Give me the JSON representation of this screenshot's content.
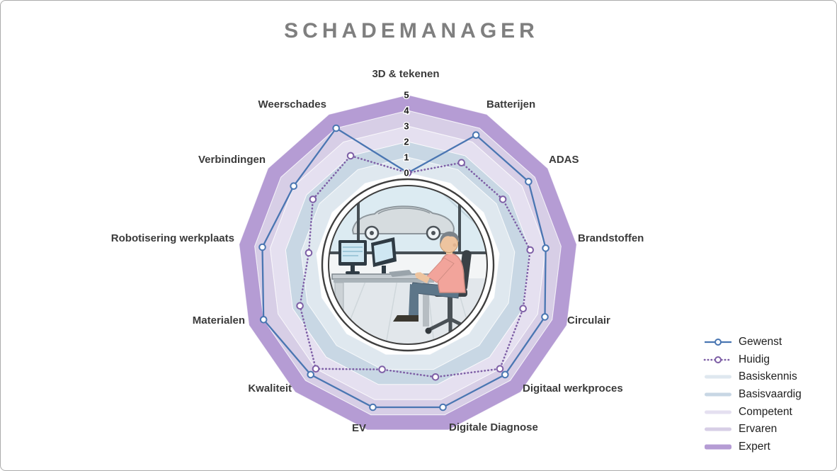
{
  "page": {
    "title": "SCHADEMANAGER"
  },
  "chart_data": {
    "type": "radar",
    "title": "SCHADEMANAGER",
    "categories": [
      "3D & tekenen",
      "Batterijen",
      "ADAS",
      "Brandstoffen",
      "Circulair",
      "Digitaal werkproces",
      "Digitale Diagnose",
      "EV",
      "Kwaliteit",
      "Materialen",
      "Robotisering werkplaats",
      "Verbindingen",
      "Weerschades"
    ],
    "scale": {
      "min": 0,
      "max": 5,
      "ticks": [
        5,
        4,
        3,
        2,
        1,
        0
      ]
    },
    "series": [
      {
        "name": "Gewenst",
        "style": "solid",
        "color": "#4a76b2",
        "values": [
          0,
          3.5,
          3.5,
          3,
          3.5,
          3.5,
          3.5,
          3.5,
          3.5,
          4,
          3.5,
          3,
          4
        ]
      },
      {
        "name": "Huidig",
        "style": "dotted",
        "color": "#7e5fa6",
        "values": [
          0,
          1.5,
          1.5,
          2,
          2,
          3,
          1.5,
          1,
          3,
          1.5,
          0.5,
          1.5,
          2
        ]
      }
    ],
    "bands": [
      {
        "name": "Basiskennis",
        "range": [
          0,
          1
        ],
        "color": "#dfe8ef"
      },
      {
        "name": "Basisvaardig",
        "range": [
          1,
          2
        ],
        "color": "#c8d7e4"
      },
      {
        "name": "Competent",
        "range": [
          2,
          3
        ],
        "color": "#e5e0f0"
      },
      {
        "name": "Ervaren",
        "range": [
          3,
          4
        ],
        "color": "#d7cee6"
      },
      {
        "name": "Expert",
        "range": [
          4,
          5
        ],
        "color": "#b59cd4"
      }
    ],
    "legend_position": "right"
  }
}
